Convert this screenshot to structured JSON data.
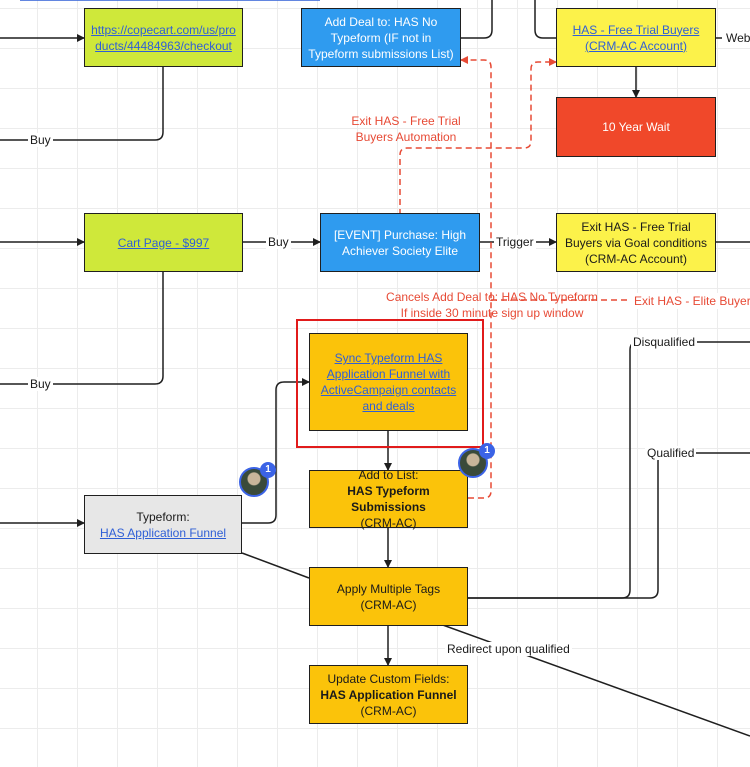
{
  "nodes": {
    "checkout_url": {
      "text": "https://copecart.com/us/products/44484963/checkout"
    },
    "add_deal": {
      "text": "Add Deal to: HAS No Typeform (IF not in Typeform submissions List)"
    },
    "free_trial_buyers": {
      "line1": "HAS - Free Trial Buyers",
      "line2": "(CRM-AC Account)"
    },
    "ten_year_wait": {
      "text": "10 Year Wait"
    },
    "cart_page": {
      "text": "Cart Page - $997"
    },
    "purchase_event": {
      "text": "[EVENT] Purchase: High Achiever Society Elite"
    },
    "exit_goal": {
      "text": "Exit HAS - Free Trial Buyers via Goal conditions (CRM-AC Account)"
    },
    "sync_typeform": {
      "text": "Sync Typeform HAS Application Funnel with ActiveCampaign contacts and deals"
    },
    "add_to_list": {
      "line1": "Add to List:",
      "line2": "HAS Typeform Submissions",
      "line3": "(CRM-AC)"
    },
    "typeform": {
      "line1": "Typeform:",
      "line2": "HAS Application Funnel"
    },
    "apply_tags": {
      "line1": "Apply Multiple Tags",
      "line2": "(CRM-AC)"
    },
    "update_fields": {
      "line1": "Update Custom Fields:",
      "line2": "HAS Application Funnel",
      "line3": "(CRM-AC)"
    }
  },
  "edge_labels": {
    "buy_top": "Buy",
    "buy_cart": "Buy",
    "trigger": "Trigger",
    "buy_bottom": "Buy",
    "disqualified": "Disqualified",
    "qualified": "Qualified",
    "redirect": "Redirect upon qualified",
    "webhook_cut": "Webl"
  },
  "annotations": {
    "exit_automation": {
      "line1": "Exit HAS - Free Trial",
      "line2": "Buyers Automation"
    },
    "cancels": {
      "line1": "Cancels Add Deal to: HAS No Typeform",
      "line2": "If inside 30 minute sign up window"
    },
    "exit_elite": "Exit HAS - Elite Buyers"
  },
  "comments": {
    "typeform_count": "1",
    "list_count": "1"
  },
  "colors": {
    "lime": "#cfe83a",
    "blue": "#2f9bef",
    "yellow": "#fcf24a",
    "gold": "#fbc30a",
    "red": "#f0482a",
    "grey": "#e7e7e7",
    "dashed_red": "#e74a35",
    "selection": "#e11b1b",
    "link": "#2f5fd6",
    "badge": "#3b63e6"
  }
}
